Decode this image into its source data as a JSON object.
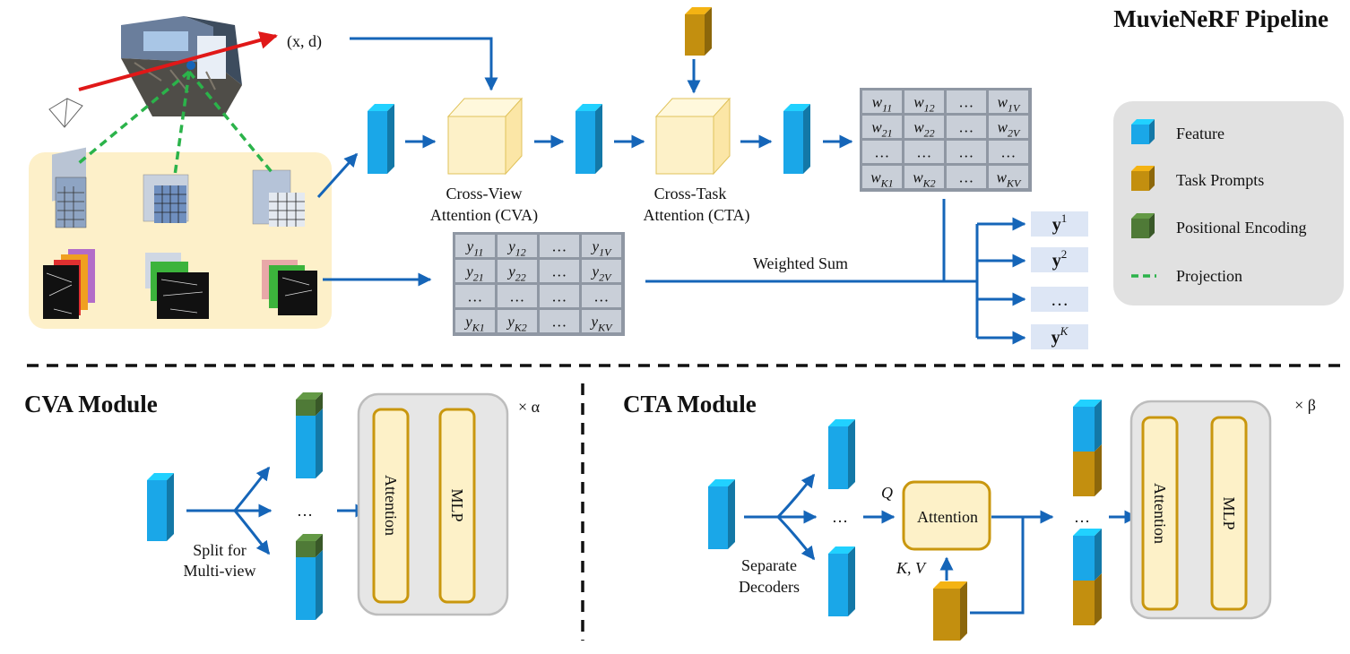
{
  "title": "MuvieNeRF Pipeline",
  "ray_label": "(x, d)",
  "cva_label": [
    "Cross-View",
    "Attention (CVA)"
  ],
  "cta_label": [
    "Cross-Task",
    "Attention (CTA)"
  ],
  "weighted_sum": "Weighted Sum",
  "w_matrix": [
    [
      "w11",
      "w12",
      "…",
      "w1V"
    ],
    [
      "w21",
      "w22",
      "…",
      "w2V"
    ],
    [
      "…",
      "…",
      "…",
      "…"
    ],
    [
      "wK1",
      "wK2",
      "…",
      "wKV"
    ]
  ],
  "y_matrix": [
    [
      "y11",
      "y12",
      "…",
      "y1V"
    ],
    [
      "y21",
      "y22",
      "…",
      "y2V"
    ],
    [
      "…",
      "…",
      "…",
      "…"
    ],
    [
      "yK1",
      "yK2",
      "…",
      "yKV"
    ]
  ],
  "outputs": [
    "y1",
    "y2",
    "…",
    "yK"
  ],
  "legend": {
    "items": [
      {
        "label": "Feature",
        "kind": "feature-cube",
        "color": "#1aa7e8"
      },
      {
        "label": "Task Prompts",
        "kind": "prompt-cube",
        "color": "#c38f0f"
      },
      {
        "label": "Positional Encoding",
        "kind": "pe-cube",
        "color": "#4f7a37"
      },
      {
        "label": "Projection",
        "kind": "dashed-line",
        "color": "#2bb34a"
      }
    ]
  },
  "cva_module": {
    "title": "CVA Module",
    "split_label": [
      "Split for",
      "Multi-view"
    ],
    "ellipsis": "…",
    "attention": "Attention",
    "mlp": "MLP",
    "repeat": "× α"
  },
  "cta_module": {
    "title": "CTA Module",
    "decoders_label": [
      "Separate",
      "Decoders"
    ],
    "ellipsis": "…",
    "q_label": "Q",
    "kv_label": "K, V",
    "attention_box": "Attention",
    "attention": "Attention",
    "mlp": "MLP",
    "repeat": "× β"
  },
  "colors": {
    "arrow": "#1565b8",
    "feature": "#1aa7e8",
    "prompt": "#c38f0f",
    "pe": "#4f7a37",
    "projection": "#2bb34a",
    "ray": "#e01818",
    "attention_fill": "#fdf1c8",
    "attention_stroke": "#c9970e",
    "cell_fill": "#c9cfd8",
    "output_fill": "#dde6f5",
    "legend_bg": "#e1e1e1",
    "input_bg": "#fdf0c9"
  }
}
